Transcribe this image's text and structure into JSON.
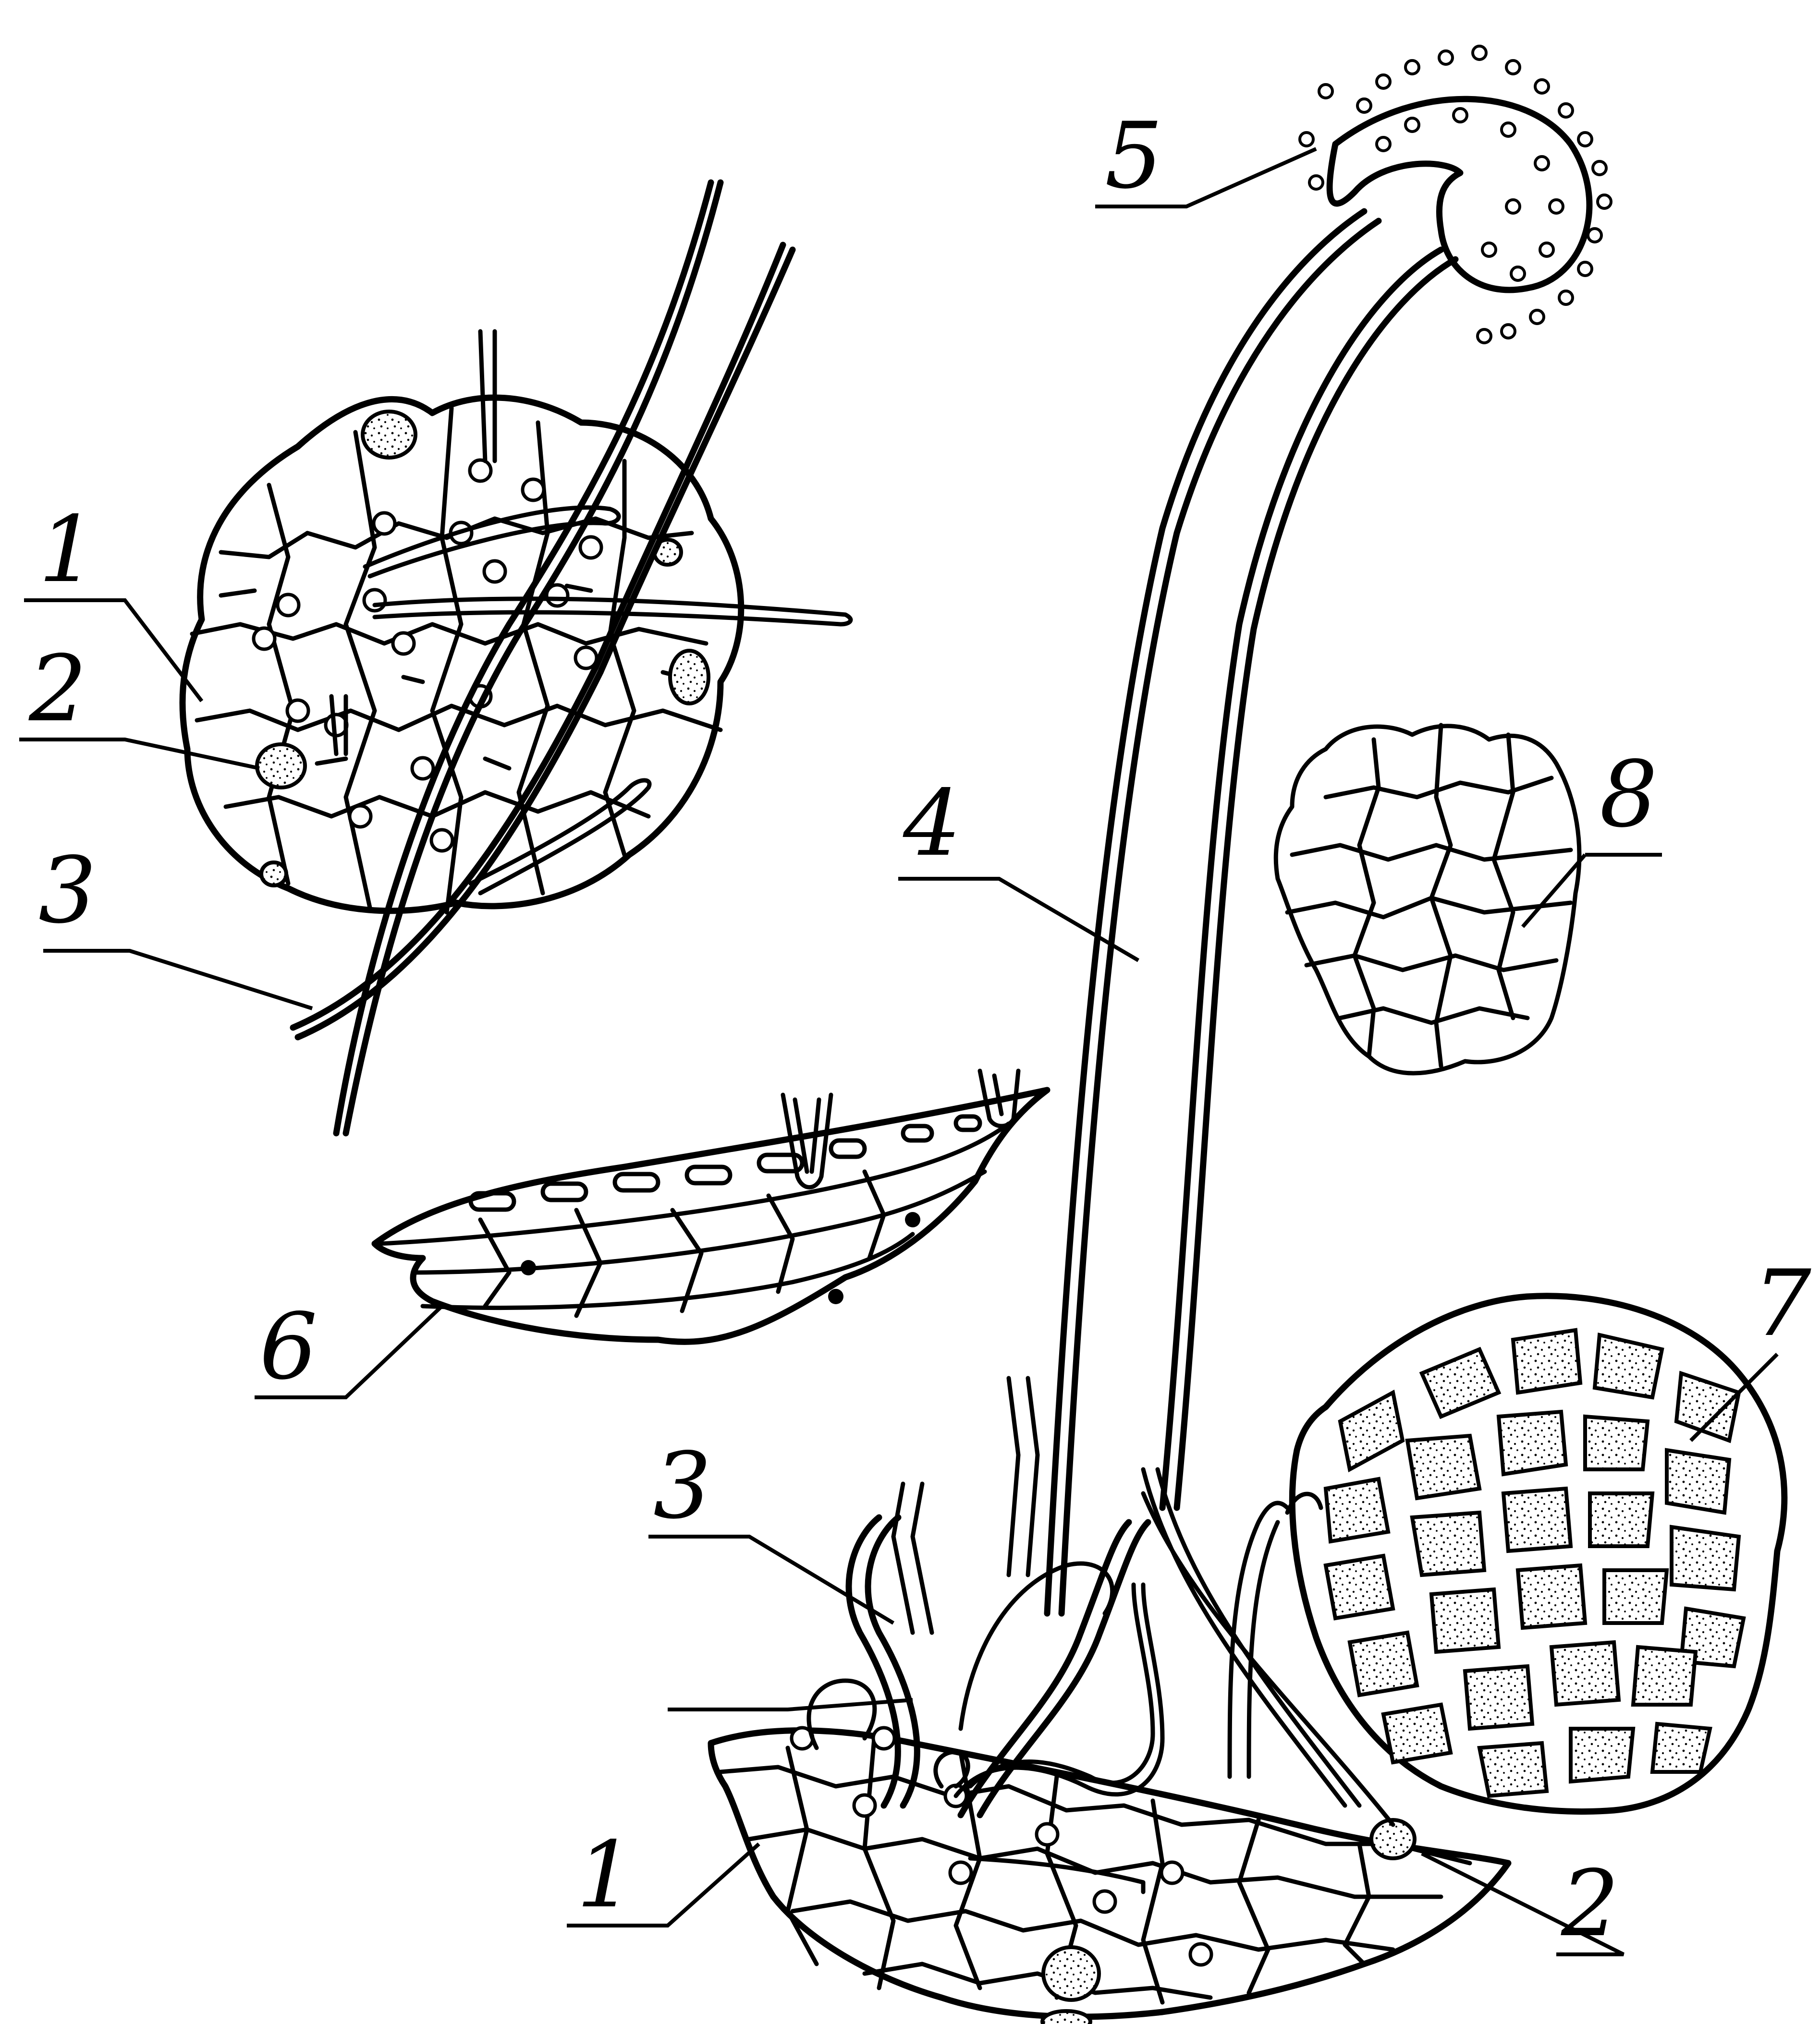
{
  "labels": {
    "l1_top": "1",
    "l2_top": "2",
    "l3_top": "3",
    "l4": "4",
    "l5": "5",
    "l6": "6",
    "l7": "7",
    "l8": "8",
    "l3_bottom": "3",
    "l1_bottom": "1",
    "l2_bottom": "2"
  }
}
